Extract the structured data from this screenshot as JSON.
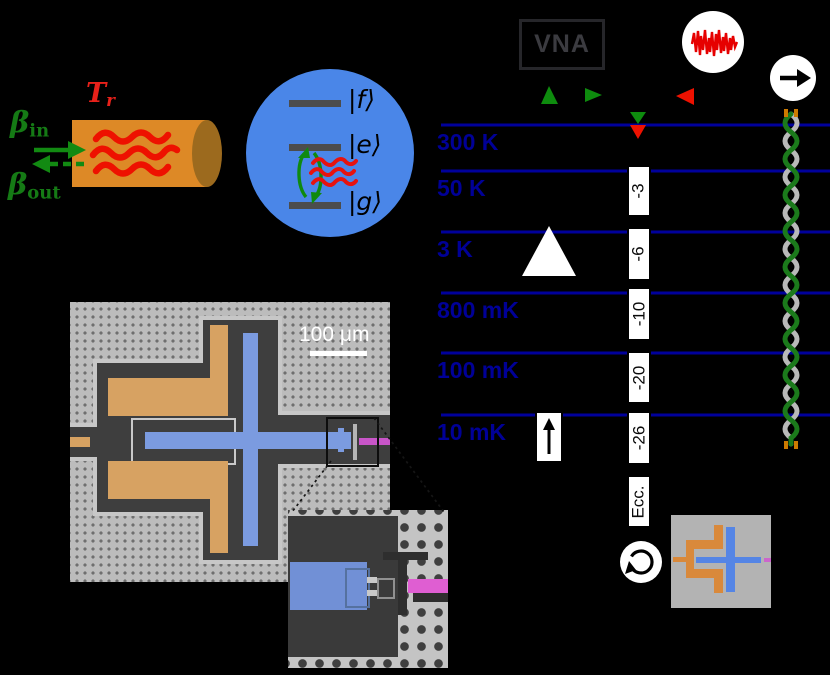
{
  "source": {
    "temperature_label": {
      "base": "T",
      "sub": "r"
    },
    "beta_in": {
      "base": "β",
      "sub": "in"
    },
    "beta_out": {
      "base": "β",
      "sub": "out"
    }
  },
  "qubit": {
    "levels": [
      {
        "label": "|f⟩"
      },
      {
        "label": "|e⟩"
      },
      {
        "label": "|g⟩"
      }
    ]
  },
  "instrument": {
    "vna_label": "VNA"
  },
  "fridge": {
    "stages": [
      {
        "label": "300 K"
      },
      {
        "label": "50 K"
      },
      {
        "label": "3 K"
      },
      {
        "label": "800 mK"
      },
      {
        "label": "100 mK"
      },
      {
        "label": "10 mK"
      }
    ]
  },
  "components": {
    "attenuators": [
      {
        "label": "-3"
      },
      {
        "label": "-6"
      },
      {
        "label": "-10"
      },
      {
        "label": "-20"
      },
      {
        "label": "-26"
      }
    ],
    "eccosorb_label": "Ecc."
  },
  "micrograph": {
    "scale_bar_label": "100 μm"
  },
  "icons": {
    "noise_source": "noise-scribble-circle",
    "circulator": "circular-arrow-circle",
    "output_port": "right-arrow-circle",
    "amplifier": "white-triangle",
    "isolator": "boxed-up-arrow"
  },
  "colors": {
    "background": "#000000",
    "stage_line_navy": "#00009b",
    "signal_green": "#128a12",
    "signal_red": "#ee1100",
    "cylinder_orange": "#dd8926",
    "qubit_circle_blue": "#4a86e8",
    "micrograph_tan": "#d7a262",
    "micrograph_blue": "#7b9be0",
    "flux_line_magenta": "#c855c8",
    "twisted_pair_green": "#1b7a1b"
  }
}
